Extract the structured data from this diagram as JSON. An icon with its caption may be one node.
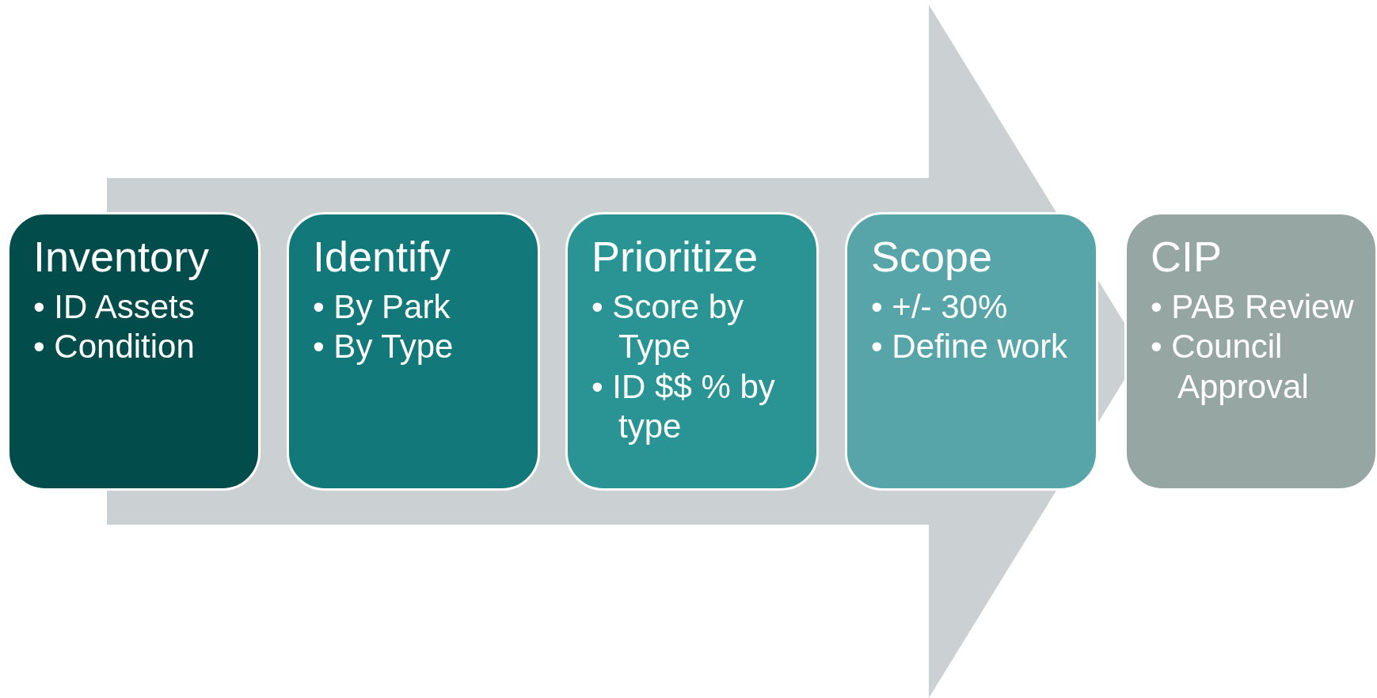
{
  "diagram": {
    "nodes": [
      {
        "text": [
          "Inventory",
          "• ID Assets",
          "• Condition"
        ]
      },
      {
        "text": [
          "Identify",
          "• By Park",
          "• By Type"
        ]
      },
      {
        "text": [
          "Prioritize",
          "• Score by Type",
          "• ID $$ % by type"
        ]
      },
      {
        "text": [
          "Scope",
          "• +/- 30%",
          "• Define work"
        ]
      },
      {
        "text": [
          "CIP",
          "• PAB Review",
          "• Council Approval"
        ]
      }
    ],
    "edges": [
      {
        "from": 0,
        "to": 4,
        "arrow": "to"
      }
    ]
  }
}
